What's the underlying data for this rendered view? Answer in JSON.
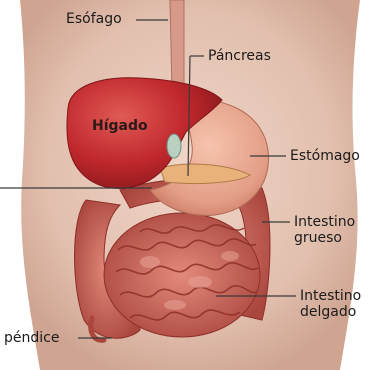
{
  "labels": {
    "esofago": "Esófago",
    "pancreas": "Páncreas",
    "higado": "Hígado",
    "estomago": "Estómago",
    "intestino_grueso": [
      "Intestino",
      "grueso"
    ],
    "intestino_delgado": [
      "Intestino",
      "delgado"
    ],
    "apendice": "péndice"
  },
  "colors": {
    "skin": "#e6c6b6",
    "liver": "#c0282c",
    "stomach": "#e39e86",
    "intestine": "#c8655b",
    "leader": "#3a3a3a"
  }
}
